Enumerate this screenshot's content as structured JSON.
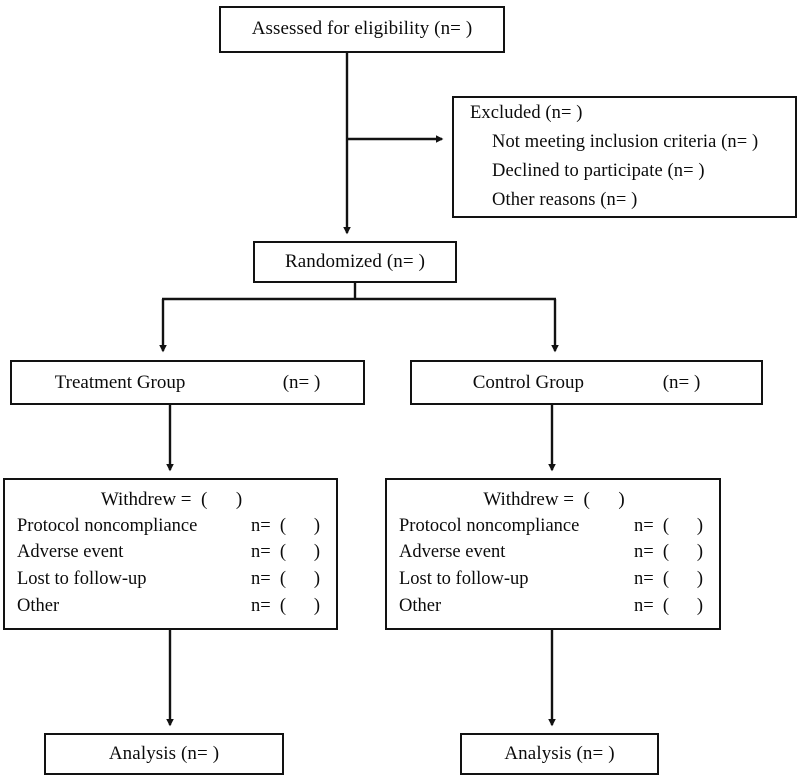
{
  "diagram": {
    "title": "CONSORT participant flow diagram",
    "stroke_color": "#121212",
    "background_color": "#ffffff",
    "text_color": "#0b0b0b"
  },
  "nodes": {
    "assessed": {
      "label": "Assessed for eligibility (n= )"
    },
    "excluded": {
      "heading": "Excluded (n= )",
      "reasons": [
        "Not meeting inclusion criteria (n= )",
        "Declined to participate (n= )",
        "Other reasons (n= )"
      ]
    },
    "randomized": {
      "label": "Randomized (n= )"
    },
    "treatment_group": {
      "label": "Treatment Group",
      "count": "(n= )"
    },
    "control_group": {
      "label": "Control Group",
      "count": "(n= )"
    },
    "withdrew_left": {
      "title": "Withdrew =  (      )",
      "rows": [
        {
          "label": "Protocol noncompliance",
          "value": "n=  (      )"
        },
        {
          "label": "Adverse event",
          "value": "n=  (      )"
        },
        {
          "label": "Lost to follow-up",
          "value": "n=  (      )"
        },
        {
          "label": "Other",
          "value": "n=  (      )"
        }
      ]
    },
    "withdrew_right": {
      "title": "Withdrew =  (      )",
      "rows": [
        {
          "label": "Protocol noncompliance",
          "value": "n=  (      )"
        },
        {
          "label": "Adverse event",
          "value": "n=  (      )"
        },
        {
          "label": "Lost to follow-up",
          "value": "n=  (      )"
        },
        {
          "label": "Other",
          "value": "n=  (      )"
        }
      ]
    },
    "analysis_left": {
      "label": "Analysis (n= )"
    },
    "analysis_right": {
      "label": "Analysis (n= )"
    }
  },
  "connectors": [
    {
      "name": "assessed-to-randomized",
      "from": "assessed",
      "to": "randomized",
      "kind": "vertical-arrow"
    },
    {
      "name": "assessed-to-excluded",
      "from": "assessed",
      "to": "excluded",
      "kind": "elbow-arrow-right"
    },
    {
      "name": "randomized-to-treatment",
      "from": "randomized",
      "to": "treatment_group",
      "kind": "split-arrow-left"
    },
    {
      "name": "randomized-to-control",
      "from": "randomized",
      "to": "control_group",
      "kind": "split-arrow-right"
    },
    {
      "name": "treatment-to-withdrew",
      "from": "treatment_group",
      "to": "withdrew_left",
      "kind": "vertical-arrow"
    },
    {
      "name": "control-to-withdrew",
      "from": "control_group",
      "to": "withdrew_right",
      "kind": "vertical-arrow"
    },
    {
      "name": "withdrew-to-analysis-left",
      "from": "withdrew_left",
      "to": "analysis_left",
      "kind": "vertical-arrow"
    },
    {
      "name": "withdrew-to-analysis-right",
      "from": "withdrew_right",
      "to": "analysis_right",
      "kind": "vertical-arrow"
    }
  ]
}
